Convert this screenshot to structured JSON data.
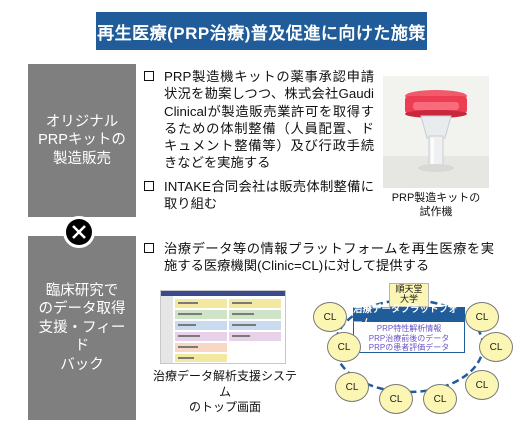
{
  "title": "再生医療(PRP治療)普及促進に向けた施策",
  "side_labels": {
    "top": "オリジナル\nPRPキットの\n製造販売",
    "bottom": "臨床研究で\nのデータ取得\n支援・フィード\nバック"
  },
  "bullets": [
    "PRP製造機キットの薬事承認申請状況を勘案しつつ、株式会社Gaudi Clinicalが製造販売業許可を取得するための体制整備（人員配置、ドキュメント整備等）及び行政手続きなどを実施する",
    "INTAKE合同会社は販売体制整備に取り組む",
    "治療データ等の情報プラットフォームを再生医療を実施する医療機関(Clinic=CL)に対して提供する"
  ],
  "kit_caption": "PRP製造キットの\n試作機",
  "app_caption": "治療データ解析支援システム\nのトップ画面",
  "diagram": {
    "university": "順天堂\n大学",
    "platform_title": "治療データプラットフォーム",
    "platform_items": [
      "PRP特性解析情報",
      "PRP治療前後のデータ",
      "PRPの患者評価データ"
    ],
    "node_label": "CL"
  },
  "colors": {
    "title_bg": "#1f5c99",
    "side_bg": "#7f7f7f",
    "cl_fill": "#fbf6b4",
    "platform_text": "#6b54c6"
  }
}
